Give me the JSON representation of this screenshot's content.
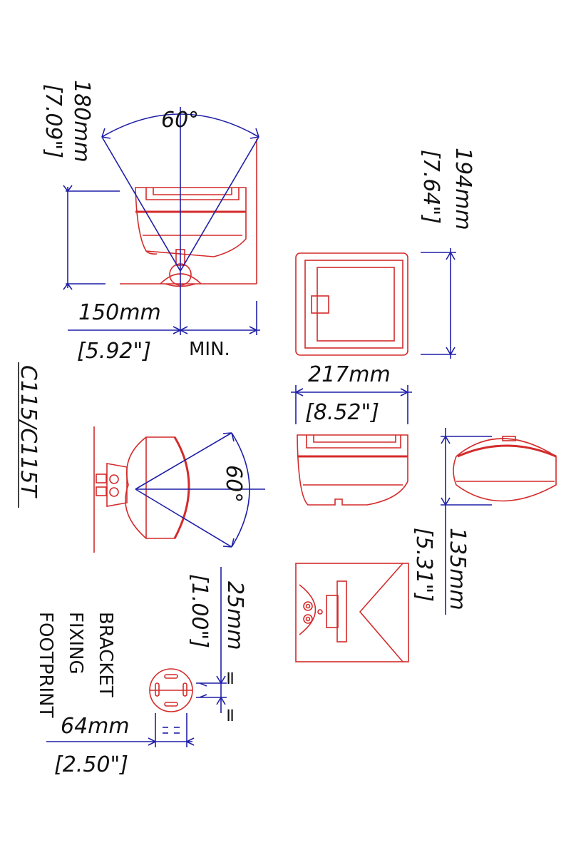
{
  "labels": {
    "side_angle": "60°",
    "front_angle": "60°",
    "height_mm": "180mm",
    "height_in": "[7.09\"]",
    "clear_mm": "150mm",
    "clear_in": "[5.92\"]",
    "clear_min": "MIN.",
    "depth_mm": "194mm",
    "depth_in": "[7.64\"]",
    "width_mm": "217mm",
    "width_in": "[8.52\"]",
    "thick_mm": "135mm",
    "thick_in": "[5.31\"]",
    "bracket_mm": "25mm",
    "bracket_in": "[1.00\"]",
    "equal_1": "=",
    "equal_2": "=",
    "foot_line1": "BRACKET",
    "foot_line2": "FIXING",
    "foot_line3": "FOOTPRINT",
    "foot_mm": "64mm",
    "foot_in": "[2.50\"]",
    "model": "C115/C115T"
  },
  "colors": {
    "dimension": "#1f1fa8",
    "part": "#d42b2b",
    "text": "#111111"
  }
}
